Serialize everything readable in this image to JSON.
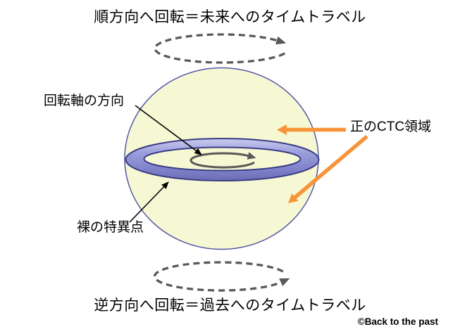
{
  "titles": {
    "top": "順方向へ回転＝未来へのタイムトラベル",
    "bottom": "逆方向へ回転＝過去へのタイムトラベル"
  },
  "labels": {
    "rotation_axis": "回転軸の方向",
    "ctc_region": "正のCTC領域",
    "naked_singularity": "裸の特異点"
  },
  "credit": "©Back to the past",
  "colors": {
    "background": "#ffffff",
    "text": "#000000",
    "sphere_fill": "#f5f8d2",
    "sphere_stroke": "#5556a6",
    "ring_stroke": "#3b3b86",
    "ring_light": "#c9cbf0",
    "ring_dark": "#6b6eb5",
    "rotation_arc": "#595959",
    "dashed_rotation": "#595959",
    "label_arrow": "#000000",
    "ctc_arrow_orange": "#f7943b"
  }
}
